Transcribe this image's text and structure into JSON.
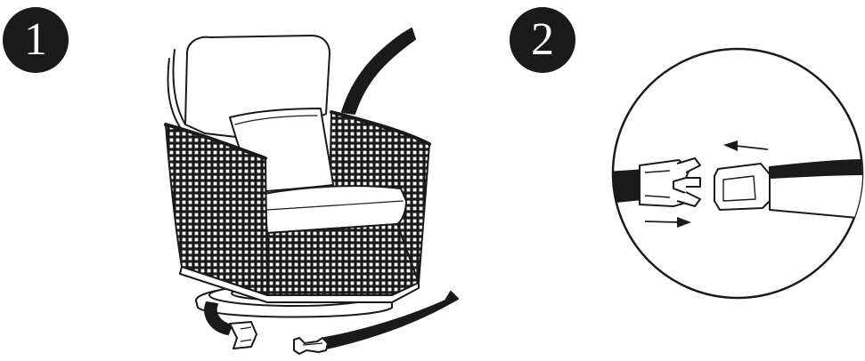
{
  "steps": [
    {
      "number": "1",
      "depicts": "swivel-chair-with-strap"
    },
    {
      "number": "2",
      "depicts": "buckle-connection-detail"
    }
  ],
  "colors": {
    "ink": "#1a1a1a",
    "paper": "#ffffff"
  }
}
